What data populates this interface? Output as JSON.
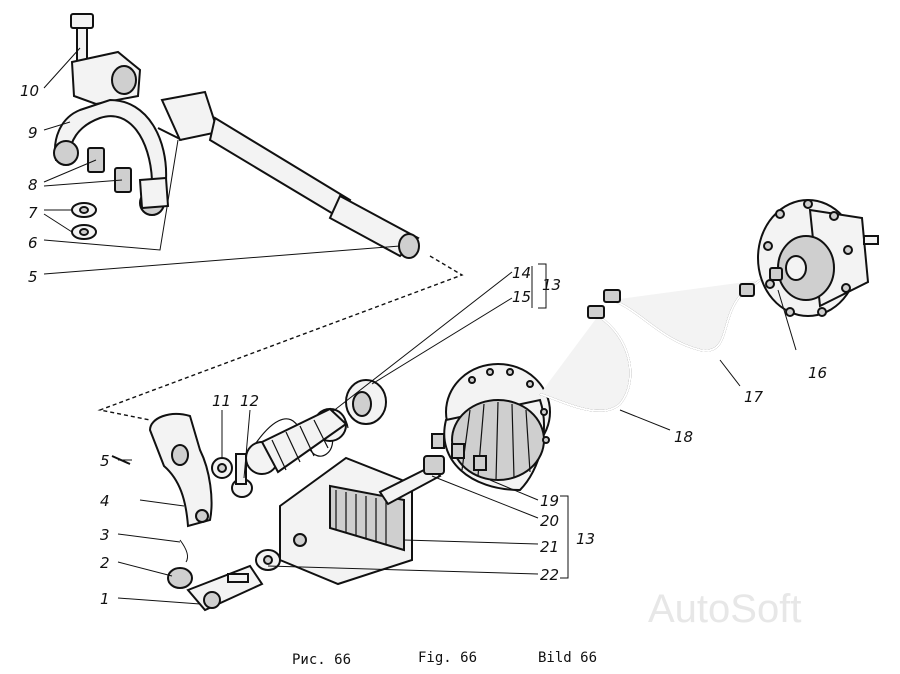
{
  "labels": {
    "l1": "1",
    "l2": "2",
    "l3": "3",
    "l4": "4",
    "l5a": "5",
    "l5b": "5",
    "l6": "6",
    "l7": "7",
    "l8": "8",
    "l9": "9",
    "l10": "10",
    "l11": "11",
    "l12": "12",
    "l13a": "13",
    "l13b": "13",
    "l14": "14",
    "l15": "15",
    "l16": "16",
    "l17": "17",
    "l18": "18",
    "l19": "19",
    "l20": "20",
    "l21": "21",
    "l22": "22"
  },
  "captions": {
    "ru": "Рис. 66",
    "en": "Fig. 66",
    "de": "Bild 66"
  },
  "watermark": "AutoSoft"
}
